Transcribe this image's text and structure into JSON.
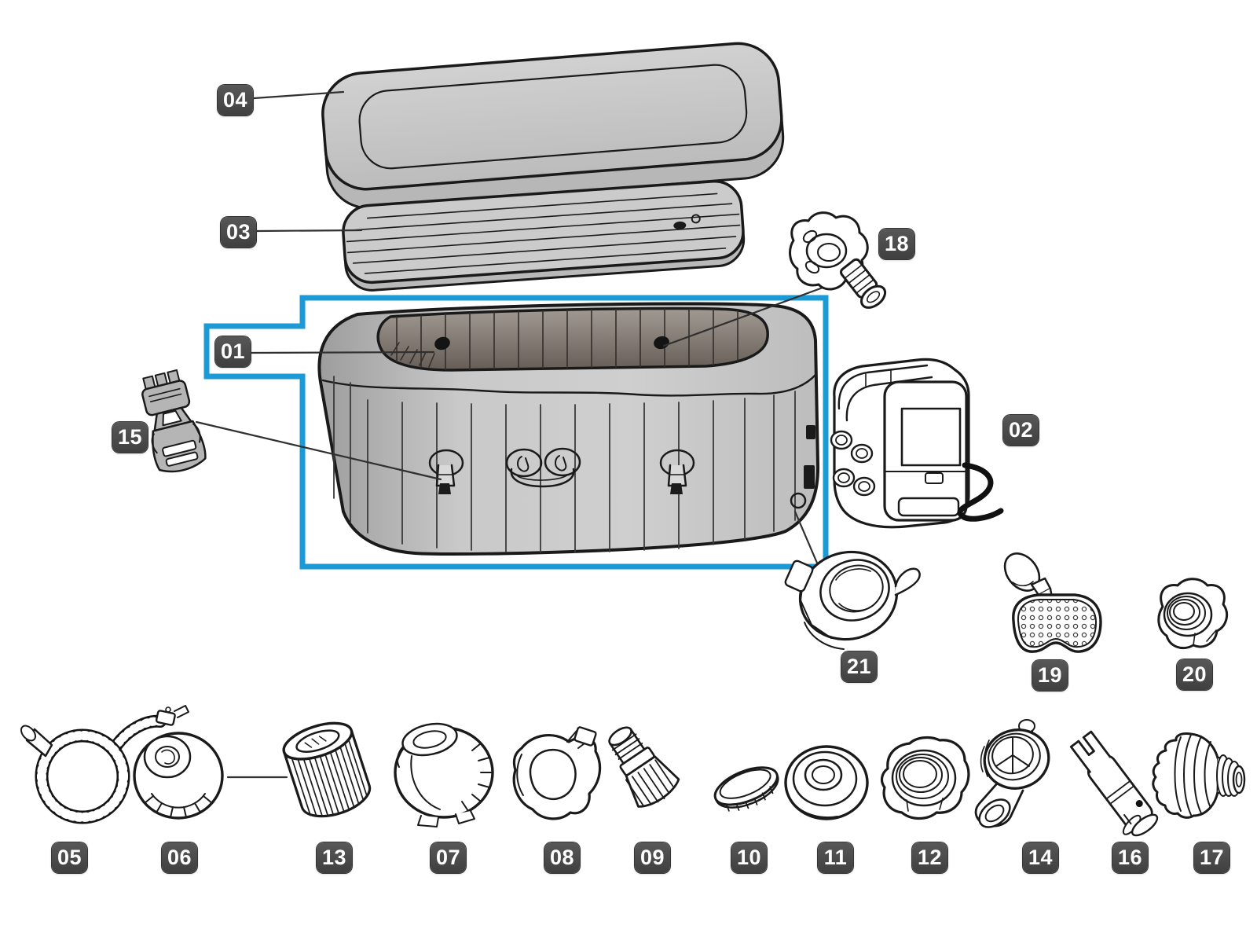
{
  "colors": {
    "highlight_box": "#1b9ad6",
    "callout_bg": "#4a4a4a",
    "callout_text": "#ffffff",
    "line_art": "#1a1a1a"
  },
  "callouts": {
    "c01": {
      "label": "01"
    },
    "c02": {
      "label": "02"
    },
    "c03": {
      "label": "03"
    },
    "c04": {
      "label": "04"
    },
    "c05": {
      "label": "05"
    },
    "c06": {
      "label": "06"
    },
    "c07": {
      "label": "07"
    },
    "c08": {
      "label": "08"
    },
    "c09": {
      "label": "09"
    },
    "c10": {
      "label": "10"
    },
    "c11": {
      "label": "11"
    },
    "c12": {
      "label": "12"
    },
    "c13": {
      "label": "13"
    },
    "c14": {
      "label": "14"
    },
    "c15": {
      "label": "15"
    },
    "c16": {
      "label": "16"
    },
    "c17": {
      "label": "17"
    },
    "c18": {
      "label": "18"
    },
    "c19": {
      "label": "19"
    },
    "c20": {
      "label": "20"
    },
    "c21": {
      "label": "21"
    }
  }
}
